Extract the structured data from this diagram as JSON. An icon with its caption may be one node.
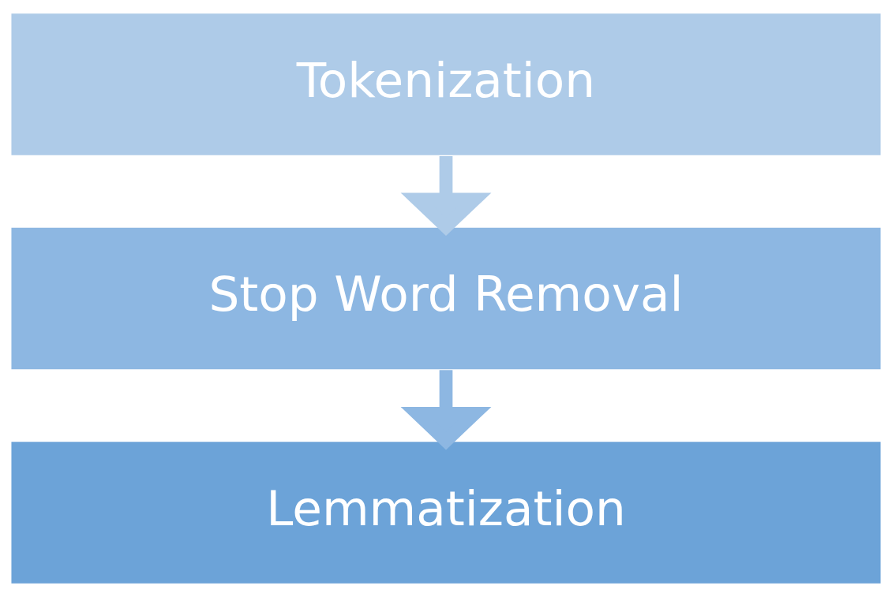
{
  "diagram": {
    "nodes": [
      {
        "text": [
          "Tokenization"
        ]
      },
      {
        "text": [
          "Stop Word Removal"
        ]
      },
      {
        "text": [
          "Lemmatization"
        ]
      }
    ],
    "edges": [
      {
        "from": 0,
        "to": 1,
        "arrow": "to"
      },
      {
        "from": 1,
        "to": 2,
        "arrow": "to"
      }
    ]
  }
}
